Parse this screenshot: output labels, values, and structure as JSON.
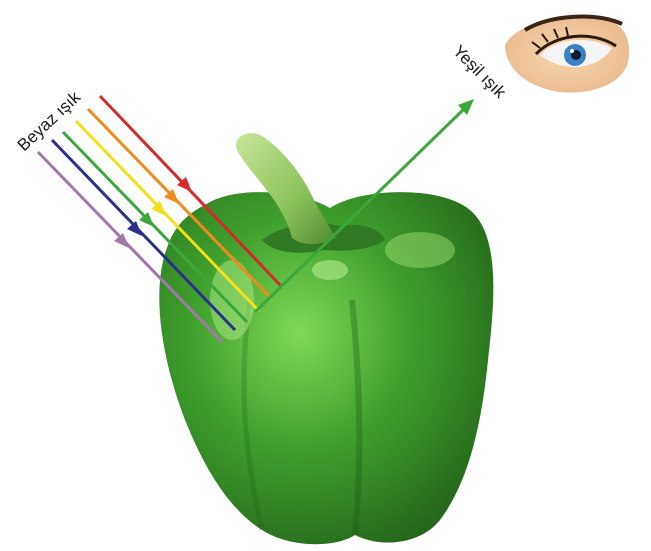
{
  "labels": {
    "white_light": "Beyaz ışık",
    "green_light": "Yeşil ışık"
  },
  "rays": [
    {
      "color": "#d42a2a",
      "name": "red"
    },
    {
      "color": "#f08a1c",
      "name": "orange"
    },
    {
      "color": "#f4e01a",
      "name": "yellow"
    },
    {
      "color": "#3aa83a",
      "name": "green"
    },
    {
      "color": "#2a2f8a",
      "name": "blue"
    },
    {
      "color": "#a07aa6",
      "name": "violet"
    }
  ],
  "reflected_color": "#3aa83a",
  "objects": {
    "pepper": "green-bell-pepper",
    "eye": "eye-icon"
  }
}
